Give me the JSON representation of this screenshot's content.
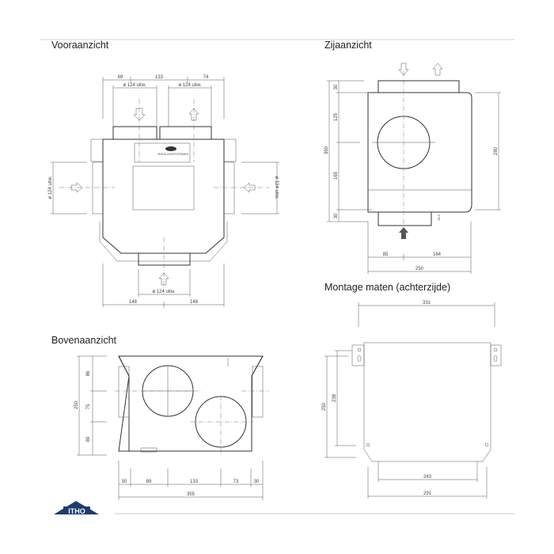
{
  "headings": {
    "front": "Vooraanzicht",
    "side": "Zijaanzicht",
    "top": "Bovenaanzicht",
    "mount": "Montage maten (achterzijde)"
  },
  "logo": "ITHO",
  "front": {
    "d1": "89",
    "d2": "133",
    "d3": "74",
    "dia1": "ø 124 uitw.",
    "dia2": "ø 124 uitw.",
    "dia_left": "ø 124 uitw.",
    "dia_right": "ø 124 uitw.",
    "dia_bottom": "ø 124 uitw.",
    "b1": "148",
    "b2": "148",
    "label": "VENTILATIESYSTEMEN"
  },
  "side": {
    "v30a": "30",
    "v125": "125",
    "v350": "350",
    "v165": "165",
    "v30b": "30",
    "v280": "280",
    "v285": "28.5",
    "h85": "85",
    "h164": "164",
    "h250": "250"
  },
  "top": {
    "v86": "86",
    "v75": "75",
    "v89": "89",
    "v250": "250",
    "h30a": "30",
    "h89": "89",
    "h133": "133",
    "h73": "73",
    "h30b": "30",
    "h355": "355"
  },
  "mount": {
    "h331": "331",
    "v250": "250",
    "v238": "238",
    "h243": "243",
    "h291": "291"
  },
  "colors": {
    "logo": "#1e3c6e",
    "line": "#333333"
  }
}
